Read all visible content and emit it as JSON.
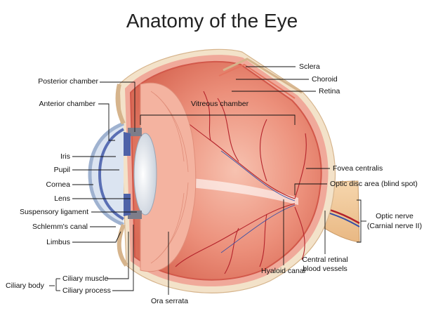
{
  "title": "Anatomy of the Eye",
  "colors": {
    "sclera": "#f3e2c9",
    "choroid": "#f0a99a",
    "retina": "#e76b59",
    "vitreous": "#ea8d78",
    "lens": "#e9eef4",
    "iris": "#4e62a8",
    "cornea": "#cfd9ea",
    "vessel": "#b4232b",
    "nerve": "#f1c89b",
    "leader": "#111111"
  },
  "labels": {
    "posterior_chamber": "Posterior chamber",
    "anterior_chamber": "Anterior chamber",
    "iris": "Iris",
    "pupil": "Pupil",
    "cornea": "Cornea",
    "lens": "Lens",
    "suspensory_ligament": "Suspensory ligament",
    "schlemms_canal": "Schlemm's canal",
    "limbus": "Limbus",
    "ciliary_body": "Ciliary body",
    "ciliary_muscle": "Ciliary muscle",
    "ciliary_process": "Ciliary process",
    "ora_serrata": "Ora serrata",
    "vitreous_chamber": "Vitreous chamber",
    "sclera": "Sclera",
    "choroid": "Choroid",
    "retina": "Retina",
    "fovea_centralis": "Fovea centralis",
    "optic_disc": "Optic disc area (blind spot)",
    "optic_nerve": "Optic nerve",
    "cranial_nerve": "(Carnial nerve II)",
    "central_vessels_1": "Central retinal",
    "central_vessels_2": "blood vessels",
    "hyaloid_canal": "Hyaloid canal"
  }
}
